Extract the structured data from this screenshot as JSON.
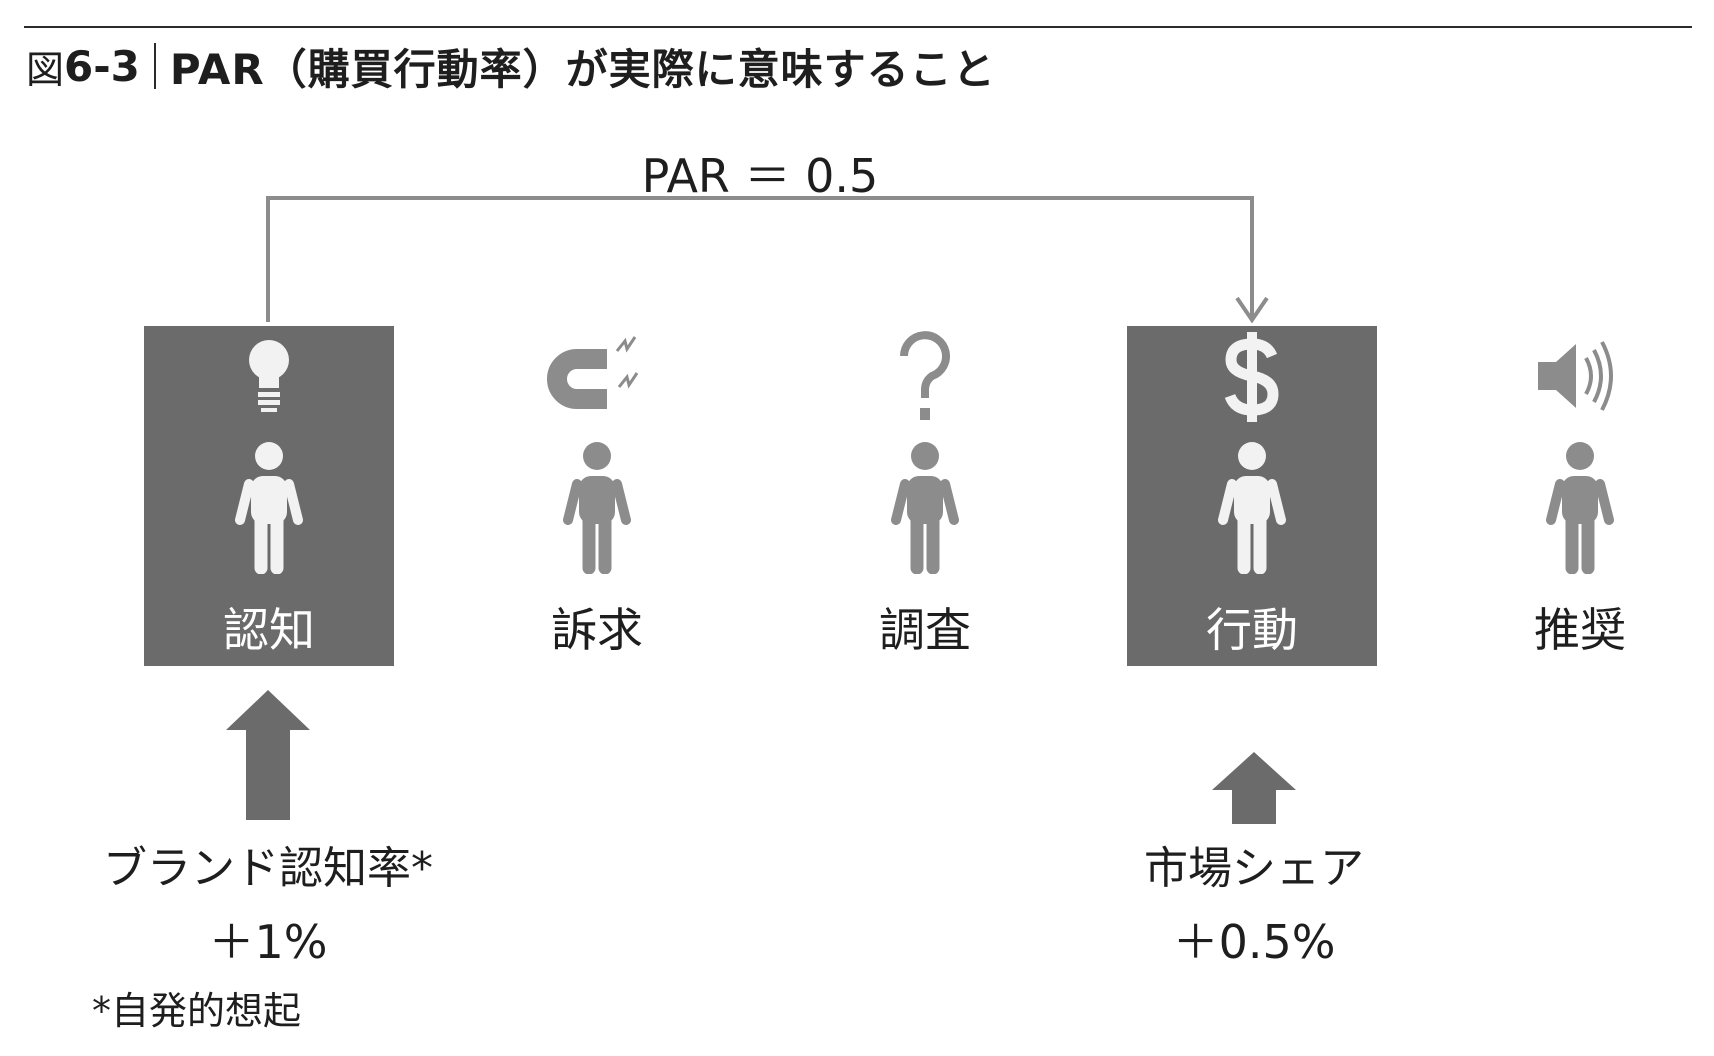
{
  "figure": {
    "prefix": "図",
    "number": "6-3",
    "title": "PAR（購買行動率）が実際に意味すること"
  },
  "par_label": "PAR ＝ 0.5",
  "stages": [
    {
      "label": "認知",
      "icon": "lightbulb-icon",
      "highlighted": true
    },
    {
      "label": "訴求",
      "icon": "magnet-icon",
      "highlighted": false
    },
    {
      "label": "調査",
      "icon": "question-mark-icon",
      "highlighted": false
    },
    {
      "label": "行動",
      "icon": "dollar-sign-icon",
      "highlighted": true
    },
    {
      "label": "推奨",
      "icon": "speaker-icon",
      "highlighted": false
    }
  ],
  "metrics": [
    {
      "name": "ブランド認知率*",
      "value": "＋1%"
    },
    {
      "name": "市場シェア",
      "value": "＋0.5%"
    }
  ],
  "footnote": "*自発的想起",
  "colors": {
    "box_fill": "#6b6b6b",
    "icon_on_box": "#f2f2f2",
    "icon_plain": "#8c8c8c",
    "connector": "#8c8c8c",
    "up_arrow": "#6b6b6b",
    "text": "#1e1e1e"
  }
}
